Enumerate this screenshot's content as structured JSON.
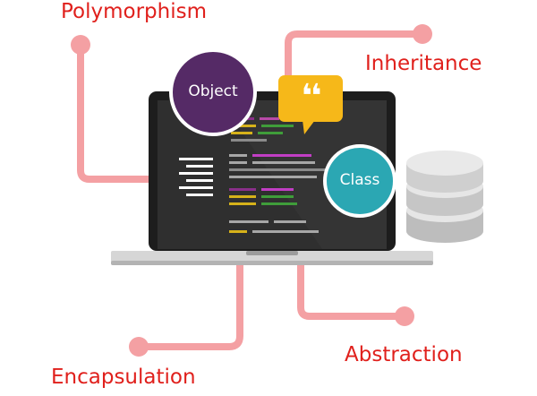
{
  "labels": {
    "polymorphism": "Polymorphism",
    "inheritance": "Inheritance",
    "encapsulation": "Encapsulation",
    "abstraction": "Abstraction"
  },
  "bubbles": {
    "object": "Object",
    "class": "Class",
    "quote": "❛❛"
  },
  "colors": {
    "label_red": "#e0201c",
    "connector_pink": "#f4a0a3",
    "object_purple": "#552a66",
    "class_teal": "#2ba7b3",
    "speech_yellow": "#f6b819",
    "screen_dark": "#2f2f2f",
    "bezel": "#1d1d1d",
    "database_grey": "#d0d0d0"
  },
  "icons": {
    "laptop": "laptop-icon",
    "database": "database-icon",
    "speech": "speech-bubble-icon",
    "menu": "menu-lines-icon"
  }
}
